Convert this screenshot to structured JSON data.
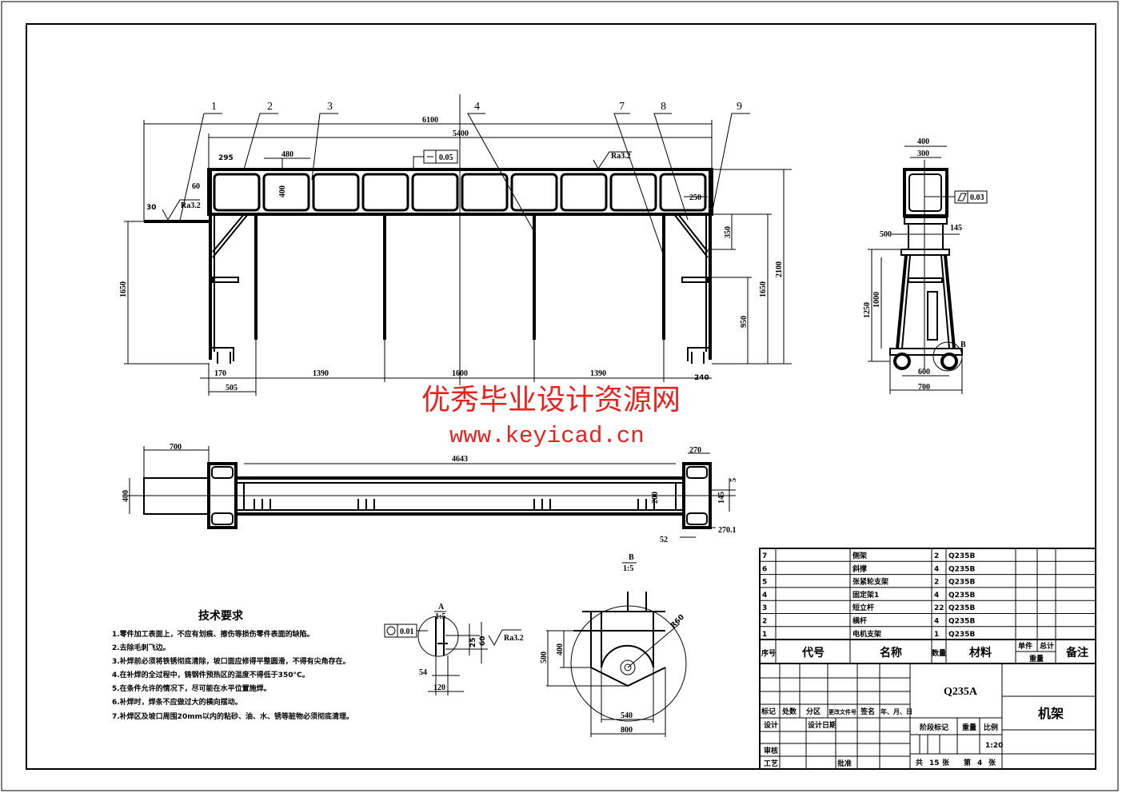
{
  "watermark": {
    "title": "优秀毕业设计资源网",
    "url": "www.keyicad.cn",
    "color": "#e8231f"
  },
  "front_view": {
    "balloons": [
      "1",
      "2",
      "3",
      "4",
      "7",
      "8",
      "9"
    ],
    "dims": {
      "overall": "6100",
      "beam_length": "5400",
      "panel_width": "480",
      "beam_height": "400",
      "offset_60": "60",
      "offset_295": "295",
      "plate_30": "30",
      "left_height": "1650",
      "foot_170": "170",
      "foot_505": "505",
      "span_1": "1390",
      "span_2": "1600",
      "span_3": "1390",
      "brace_250": "250",
      "brace_350": "350",
      "right_height": "1650",
      "total_height": "2100",
      "arm_height": "950",
      "foot_right": "240"
    },
    "roughness_1": "Ra3.2",
    "roughness_2": "Ra3.2",
    "flatness": "0.05"
  },
  "side_view": {
    "dims": {
      "top_outer": "400",
      "top_inner": "300",
      "left_500": "500",
      "right_145": "145",
      "height_1250": "1250",
      "height_1000": "1000",
      "wheel_600": "600",
      "base_700": "700"
    },
    "parallelism": "0.03",
    "detail_label": "B"
  },
  "top_view": {
    "dims": {
      "left_700": "700",
      "length_4643": "4643",
      "right_270": "270",
      "width_400": "400",
      "gap_5": "5",
      "inner_145": "145",
      "inner_200": "200",
      "bottom_52": "52",
      "bottom_270_1": "270.1"
    }
  },
  "detail_a": {
    "label": "A",
    "scale": "1:5",
    "roundness": "0.01",
    "dim_25": "25",
    "dim_60": "60",
    "dim_54": "54",
    "dim_120": "120",
    "roughness": "Ra3.2"
  },
  "detail_b": {
    "label": "B",
    "scale": "1:5",
    "radius": "R60",
    "dim_400": "400",
    "dim_500": "500",
    "dim_540": "540",
    "dim_800": "800"
  },
  "tech_requirements": {
    "title": "技术要求",
    "items": [
      "1.零件加工表面上，不应有划痕、擦伤等损伤零件表面的缺陷。",
      "2.去除毛刺飞边。",
      "3.补焊前必须将铁锈彻底清除，坡口面应修得平整圆滑，不得有尖角存在。",
      "4.在补焊的全过程中，铸钢件预热区的温度不得低于350°C。",
      "5.在条件允许的情况下，尽可能在水平位置施焊。",
      "6.补焊时，焊条不应做过大的横向摆动。",
      "7.补焊区及坡口周围20mm以内的粘砂、油、水、锈等脏物必须彻底清理。"
    ]
  },
  "parts_list": {
    "rows": [
      {
        "no": "7",
        "name": "侧架",
        "qty": "2",
        "material": "Q235B"
      },
      {
        "no": "6",
        "name": "斜撑",
        "qty": "4",
        "material": "Q235B"
      },
      {
        "no": "5",
        "name": "张紧轮支架",
        "qty": "2",
        "material": "Q235B"
      },
      {
        "no": "4",
        "name": "固定架1",
        "qty": "4",
        "material": "Q235B"
      },
      {
        "no": "3",
        "name": "短立杆",
        "qty": "22",
        "material": "Q235B"
      },
      {
        "no": "2",
        "name": "横杆",
        "qty": "4",
        "material": "Q235B"
      },
      {
        "no": "1",
        "name": "电机支架",
        "qty": "1",
        "material": "Q235B"
      }
    ],
    "headers": {
      "no": "序号",
      "code": "代号",
      "name": "名称",
      "qty": "数量",
      "material": "材料",
      "unit": "单件",
      "total": "总计",
      "weight": "重量",
      "remark": "备注"
    }
  },
  "title_block": {
    "material": "Q235A",
    "drawing_name": "机架",
    "revision_headers": [
      "标记",
      "处数",
      "分区",
      "更改文件号",
      "签名",
      "年、月、日"
    ],
    "design": "设计",
    "design_date": "设计日期",
    "review": "审核",
    "process": "工艺",
    "approve": "批准",
    "stage_mark": "阶段标记",
    "weight": "重量",
    "scale_label": "比例",
    "scale": "1:20",
    "sheets_total_label": "共",
    "sheets_total": "15",
    "sheets_unit_1": "张",
    "sheet_no_label": "第",
    "sheet_no": "4",
    "sheets_unit_2": "张"
  }
}
